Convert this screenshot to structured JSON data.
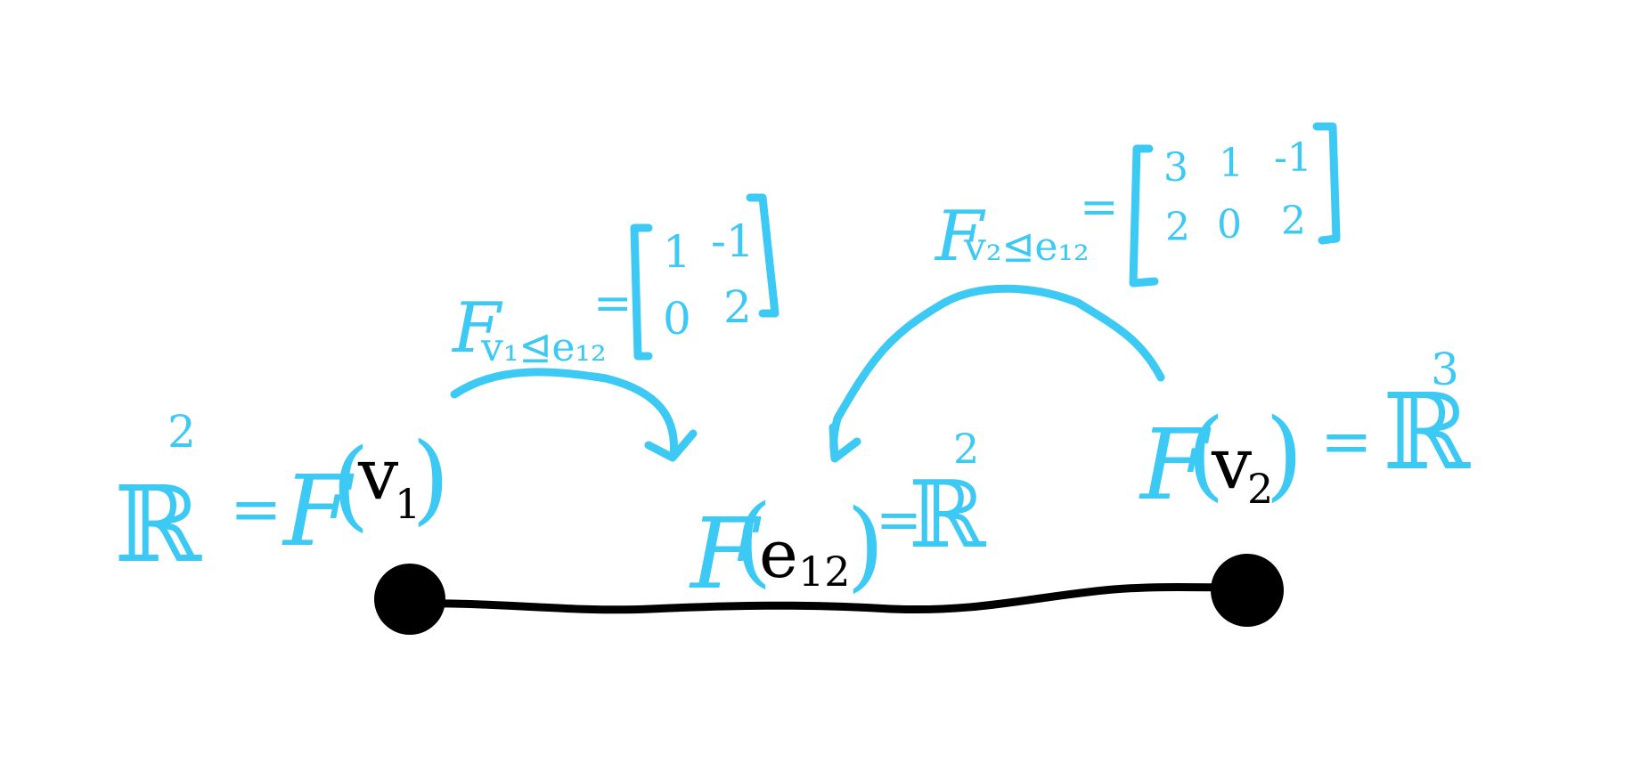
{
  "colors": {
    "ink_blue": "#3cc9f4",
    "ink_black": "#000000",
    "background": "#ffffff"
  },
  "left_vertex": {
    "space_symbol": "ℝ",
    "space_exp": "2",
    "equals": "=",
    "F": "F",
    "open_paren": "(",
    "vertex": "v",
    "vertex_sub": "1",
    "close_paren": ")"
  },
  "edge": {
    "F": "F",
    "open_paren": "(",
    "edge": "e",
    "edge_sub": "12",
    "close_paren": ")",
    "equals": "=",
    "space_symbol": "ℝ",
    "space_exp": "2"
  },
  "right_vertex": {
    "F": "F",
    "open_paren": "(",
    "vertex": "v",
    "vertex_sub": "2",
    "close_paren": ")",
    "equals": "=",
    "space_symbol": "ℝ",
    "space_exp": "3"
  },
  "map_left": {
    "F": "F",
    "sub": "v₁⊴e₁₂",
    "equals": "=",
    "matrix": [
      [
        "1",
        "-1"
      ],
      [
        "0",
        "2"
      ]
    ]
  },
  "map_right": {
    "F": "F",
    "sub": "v₂⊴e₁₂",
    "equals": "=",
    "matrix": [
      [
        "3",
        "1",
        "-1"
      ],
      [
        "2",
        "0",
        "2"
      ]
    ]
  }
}
